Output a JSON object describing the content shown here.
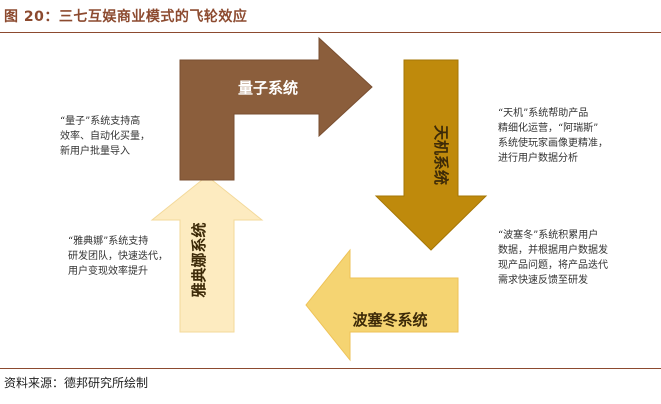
{
  "title": "图 20：三七互娱商业模式的飞轮效应",
  "segments": {
    "top": {
      "label": "量子系统",
      "color": "#8b5e3c"
    },
    "right": {
      "label": "天机系统",
      "color": "#b8860b"
    },
    "bottom": {
      "label": "波塞冬系统",
      "color": "#f2c94c"
    },
    "left": {
      "label": "雅典娜系统",
      "color": "#fdebc0"
    }
  },
  "notes": {
    "top_left": [
      "“量子”系统支持高",
      "效率、自动化买量，",
      "新用户批量导入"
    ],
    "top_right": [
      "“天机”系统帮助产品",
      "精细化运营，“阿瑞斯”",
      "系统使玩家画像更精准，",
      "进行用户数据分析"
    ],
    "bottom_right": [
      "“波塞冬”系统积累用户",
      "数据，并根据用户数据发",
      "现产品问题，将产品迭代",
      "需求快速反馈至研发"
    ],
    "bottom_left": [
      "“雅典娜”系统支持",
      "研发团队，快速迭代，",
      "用户变现效率提升"
    ]
  },
  "source": "资料来源：德邦研究所绘制"
}
